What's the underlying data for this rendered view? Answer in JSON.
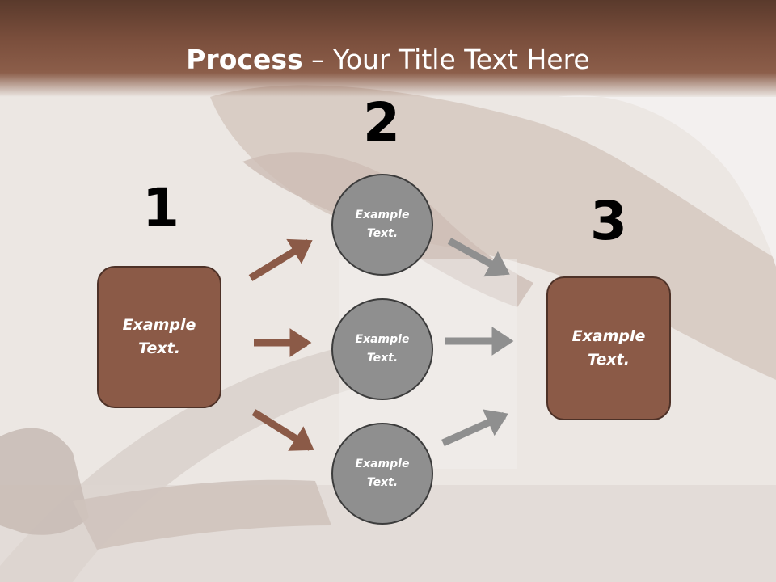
{
  "slide": {
    "title_bold": "Process",
    "title_rest": " – Your Title Text Here"
  },
  "steps": [
    {
      "number": "1",
      "box_label_line1": "Example",
      "box_label_line2": "Text."
    },
    {
      "number": "2"
    },
    {
      "number": "3",
      "box_label_line1": "Example",
      "box_label_line2": "Text."
    }
  ],
  "circles": [
    {
      "line1": "Example",
      "line2": "Text."
    },
    {
      "line1": "Example",
      "line2": "Text."
    },
    {
      "line1": "Example",
      "line2": "Text."
    }
  ],
  "colors": {
    "header": "#7a4e3c",
    "box_fill": "#8b5a47",
    "circle_fill": "#8f8f8f",
    "arrow_brown": "#8b5a47",
    "arrow_gray": "#8f8f8f"
  }
}
